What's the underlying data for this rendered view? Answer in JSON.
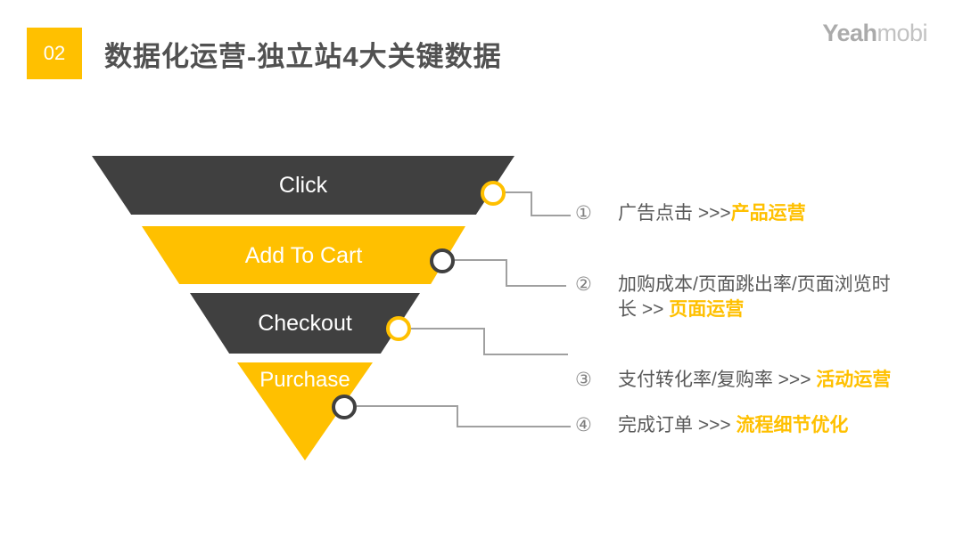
{
  "header": {
    "badge": "02",
    "title": "数据化运营-独立站4大关键数据"
  },
  "logo": {
    "yeah": "Yeah",
    "mobi": "mobi"
  },
  "funnel": {
    "levels": [
      {
        "label": "Click",
        "color": "#404040",
        "node_ring": "#FFC000"
      },
      {
        "label": "Add To Cart",
        "color": "#FFC000",
        "node_ring": "#404040"
      },
      {
        "label": "Checkout",
        "color": "#404040",
        "node_ring": "#FFC000"
      },
      {
        "label": "Purchase",
        "color": "#FFC000",
        "node_ring": "#404040"
      }
    ]
  },
  "annotations": [
    {
      "num": "①",
      "text": "广告点击 >>>",
      "highlight": "产品运营"
    },
    {
      "num": "②",
      "text": "加购成本/页面跳出率/页面浏览时长 >> ",
      "highlight": "页面运营"
    },
    {
      "num": "③",
      "text": "支付转化率/复购率 >>> ",
      "highlight": "活动运营"
    },
    {
      "num": "④",
      "text": "完成订单 >>> ",
      "highlight": "流程细节优化"
    }
  ],
  "colors": {
    "accent": "#FFC000",
    "dark": "#404040",
    "text_gray": "#595959",
    "title_gray": "#515151",
    "connector": "#a0a0a0",
    "logo_gray": "#b3b3b3",
    "background": "#ffffff"
  }
}
